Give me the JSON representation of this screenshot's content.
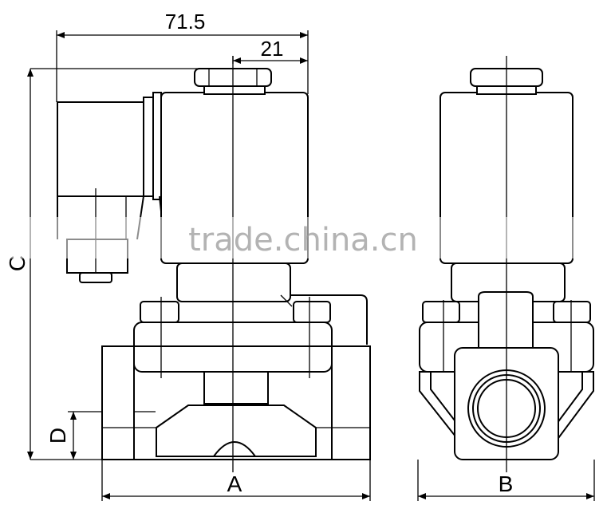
{
  "dimensions": {
    "overall_width": "71.5",
    "offset": "21",
    "height_c": "C",
    "height_d": "D",
    "width_a": "A",
    "width_b": "B"
  },
  "watermark": "trade.china.cn",
  "colors": {
    "line": "#000000",
    "background": "#ffffff",
    "watermark": "#9a9a9a"
  }
}
